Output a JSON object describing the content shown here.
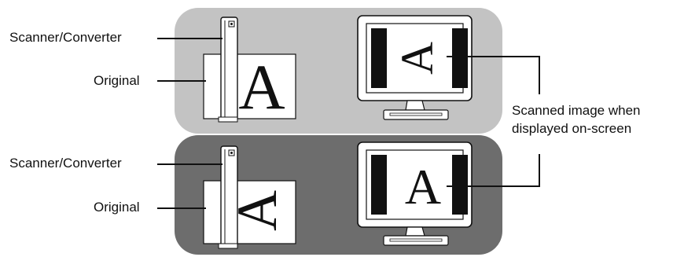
{
  "colors": {
    "top_panel": "#c3c3c3",
    "bottom_panel": "#6d6d6d",
    "ink": "#111111",
    "paper": "#ffffff"
  },
  "top_panel": {
    "scanner_label": "Scanner/Converter",
    "original_label": "Original",
    "document_glyph": "A",
    "screen_glyph": "A",
    "screen_glyph_rotation": "rotated 90° counter-clockwise"
  },
  "bottom_panel": {
    "scanner_label": "Scanner/Converter",
    "original_label": "Original",
    "document_glyph": "A",
    "document_glyph_rotation": "rotated 90° counter-clockwise",
    "screen_glyph": "A",
    "screen_glyph_rotation": "upright"
  },
  "callout": {
    "line1": "Scanned image when",
    "line2": "displayed on-screen"
  },
  "icons": {
    "scanner": "scanner-converter-icon",
    "monitor": "monitor-icon",
    "document": "document-icon"
  }
}
